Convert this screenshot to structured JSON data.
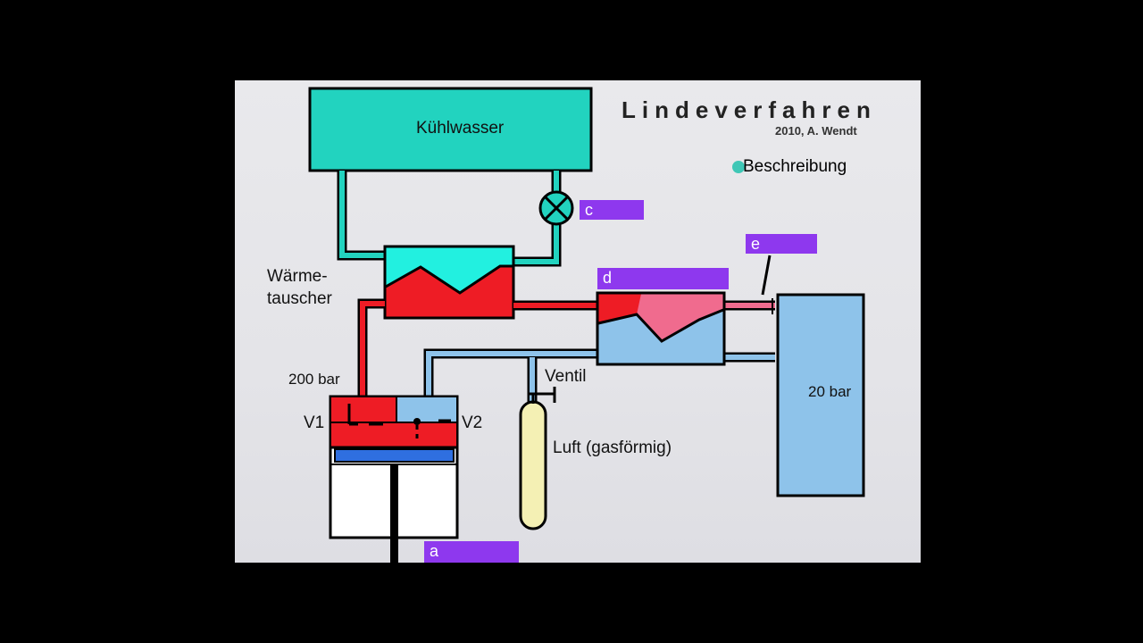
{
  "title": "Lindeverfahren",
  "credit": "2010, A. Wendt",
  "description_button": "Beschreibung",
  "labels": {
    "coolant": "Kühlwasser",
    "heat_exchanger_line1": "Wärme-",
    "heat_exchanger_line2": "tauscher",
    "pressure_high": "200 bar",
    "pressure_low": "20 bar",
    "valve1": "V1",
    "valve2": "V2",
    "valve": "Ventil",
    "air": "Luft (gasförmig)"
  },
  "tags": {
    "a": "a",
    "c": "c",
    "d": "d",
    "e": "e"
  },
  "colors": {
    "coolant": "#22d3bf",
    "hot": "#ee1c25",
    "warm": "#f06b8e",
    "cold": "#8ec3ea",
    "blue_piston": "#2f6fe0",
    "tag": "#8e38ee",
    "air_bottle": "#f4f0b4"
  }
}
